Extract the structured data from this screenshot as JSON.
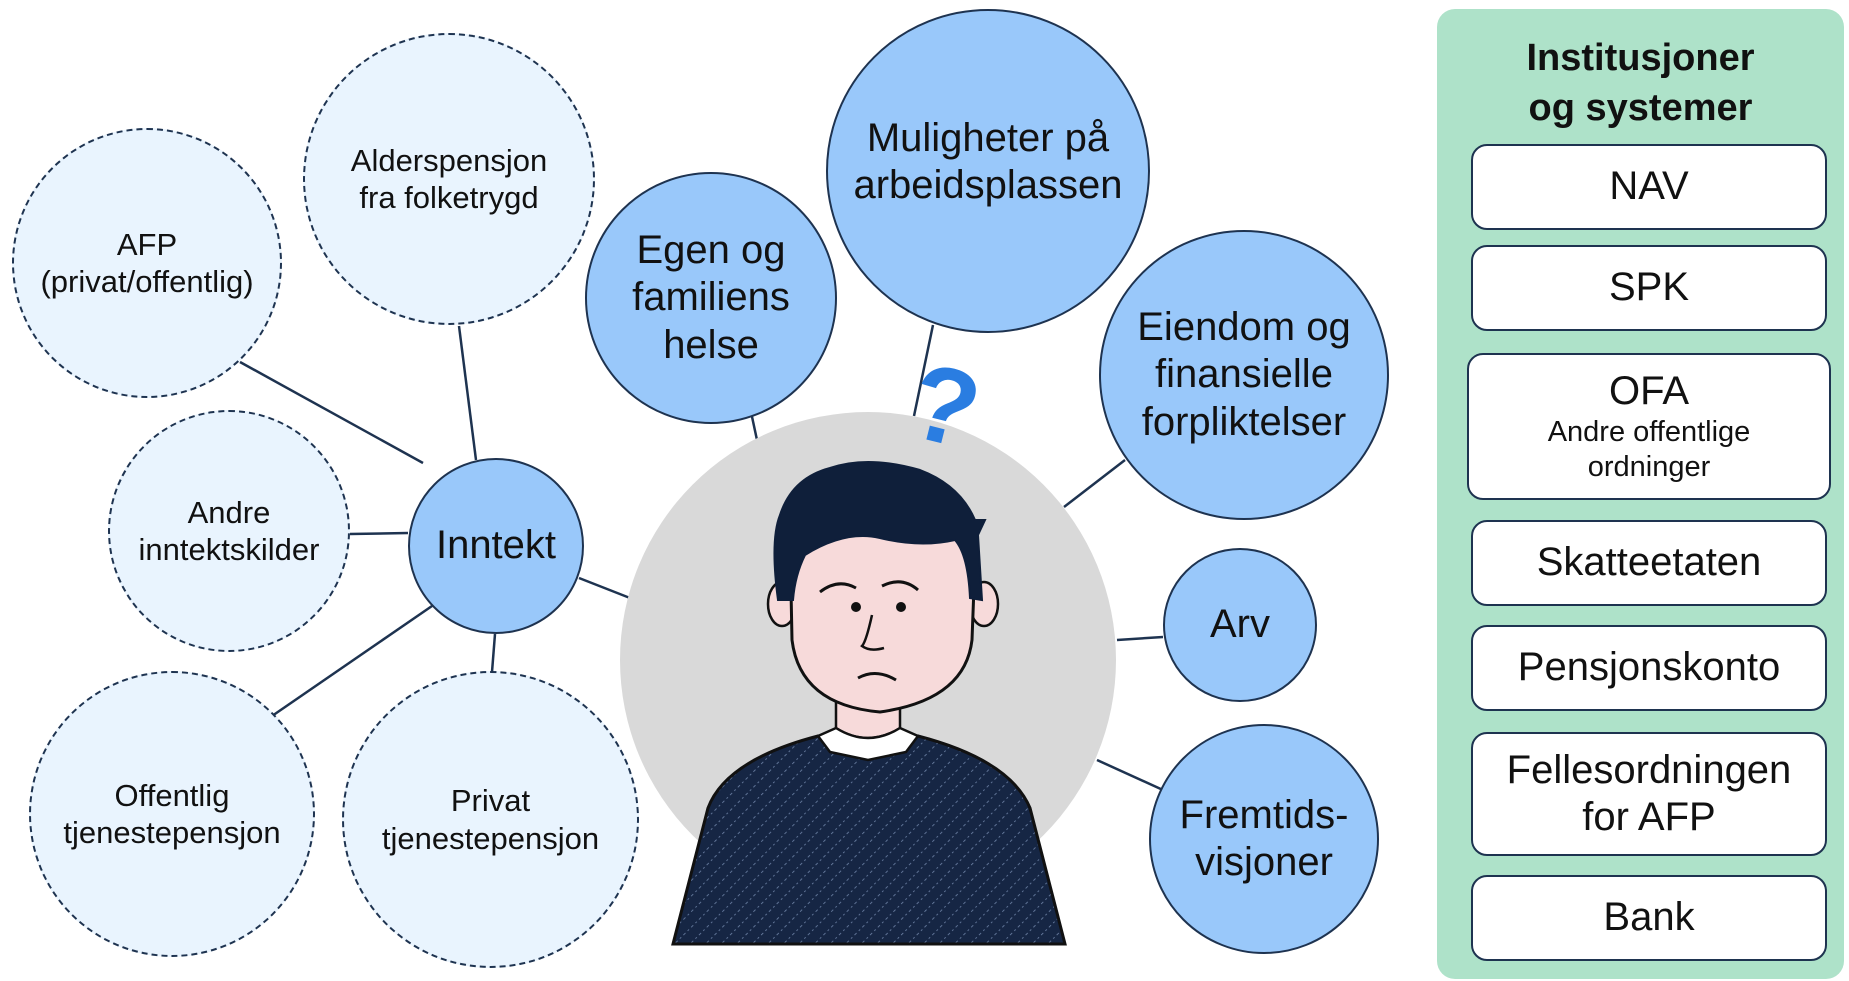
{
  "topics": {
    "inntekt": "Inntekt",
    "afp": [
      "AFP",
      "(privat/offentlig)"
    ],
    "alderspensjon": [
      "Alderspensjon",
      "fra folketrygd"
    ],
    "andre_inntektskilder": [
      "Andre",
      "inntektskilder"
    ],
    "offentlig_tp": [
      "Offentlig",
      "tjenestepensjon"
    ],
    "privat_tp": [
      "Privat",
      "tjenestepensjon"
    ],
    "helse": [
      "Egen og",
      "familiens",
      "helse"
    ],
    "muligheter": [
      "Muligheter på",
      "arbeidsplassen"
    ],
    "eiendom": [
      "Eiendom og",
      "finansielle",
      "forpliktelser"
    ],
    "arv": "Arv",
    "fremtid": [
      "Fremtids-",
      "visjoner"
    ]
  },
  "question_mark": "?",
  "panel": {
    "title": [
      "Institusjoner",
      "og systemer"
    ],
    "items": [
      {
        "label": "NAV"
      },
      {
        "label": "SPK"
      },
      {
        "label": "OFA",
        "sub": [
          "Andre offentlige",
          "ordninger"
        ]
      },
      {
        "label": "Skatteetaten"
      },
      {
        "label": "Pensjonskonto"
      },
      {
        "label": "Fellesordningen",
        "label2": "for AFP"
      },
      {
        "label": "Bank"
      }
    ]
  },
  "colors": {
    "solid_fill": "#99c8fa",
    "dashed_fill": "#e9f4fe",
    "outline": "#1e3350",
    "panel": "#aee2c9",
    "person_bg": "#d9d9d9",
    "sweater": "#162644",
    "skin": "#f7dada",
    "question": "#2a7de1"
  }
}
